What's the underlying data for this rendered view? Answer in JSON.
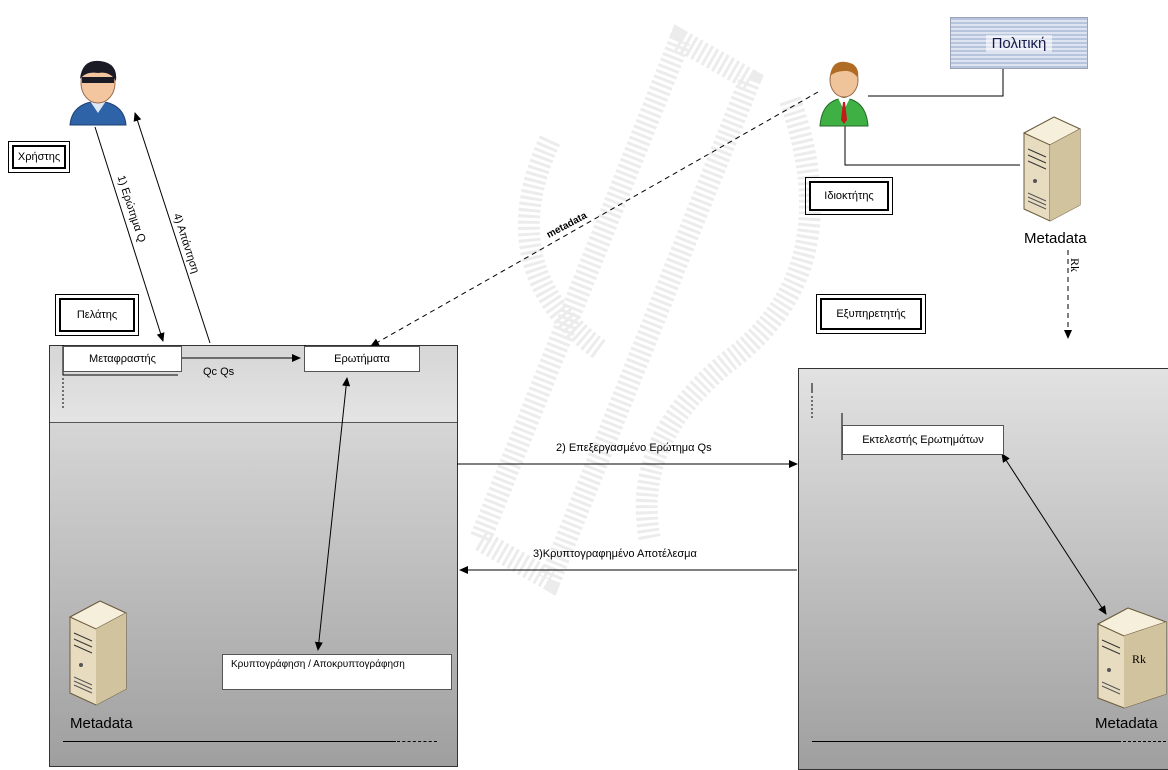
{
  "labels": {
    "xristis": "Χρήστης",
    "pelatis": "Πελάτης",
    "idioktitis": "Ιδιοκτήτης",
    "eksypiretitis": "Εξυπηρετητής",
    "politiki": "Πολιτική",
    "metaforastis": "Μεταφραστής",
    "erotimata": "Ερωτήματα",
    "kryptografisi": "Κρυπτογράφηση / Αποκρυπτογράφηση",
    "ektelestis": "Εκτελεστής Ερωτημάτων",
    "metadata_client": "Metadata",
    "metadata_owner": "Metadata",
    "metadata_server": "Metadata",
    "rk_server": "Rk"
  },
  "edges": {
    "query": "1) Ερώτημα Q",
    "answer": "4) Απάντηση",
    "metadata": "metadata",
    "qc_qs": "Qc Qs",
    "processed_query": "2) Επεξεργασμένο Ερώτημα Qs",
    "encrypted_result": "3)Κρυπτογραφημένο Αποτέλεσμα",
    "rk_flow": "Rk"
  }
}
